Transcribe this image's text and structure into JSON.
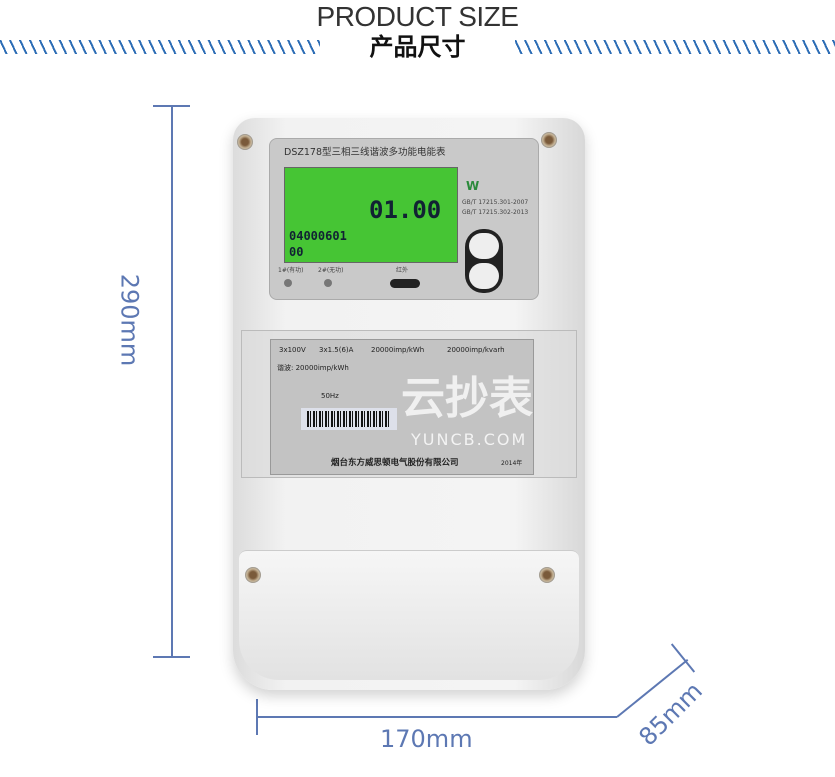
{
  "header": {
    "title_en": "PRODUCT SIZE",
    "title_cn": "产品尺寸"
  },
  "dimensions": {
    "height": "290mm",
    "width": "170mm",
    "depth": "85mm"
  },
  "colors": {
    "stripe": "#2d6db5",
    "dimension": "#5d78b3",
    "lcd": "#46c534"
  },
  "meter": {
    "model": "DSZ178型三相三线谐波多功能电能表",
    "lcd_main": "01.00",
    "lcd_code": "04000601",
    "lcd_sub": "00",
    "led1": "1#(有功)",
    "led2": "2#(无功)",
    "ir": "红外",
    "cert": [
      "GB/T 17215.301-2007",
      "GB/T 17215.302-2013"
    ],
    "plate": {
      "voltage": "3x100V",
      "current": "3x1.5(6)A",
      "const_active": "20000imp/kWh",
      "const_reactive": "20000imp/kvarh",
      "harmonic": "谐波: 20000imp/kWh",
      "freq": "50Hz",
      "maker": "烟台东方威思顿电气股份有限公司",
      "year": "2014年"
    },
    "watermark": "云抄表",
    "watermark_url": "YUNCB.COM"
  }
}
